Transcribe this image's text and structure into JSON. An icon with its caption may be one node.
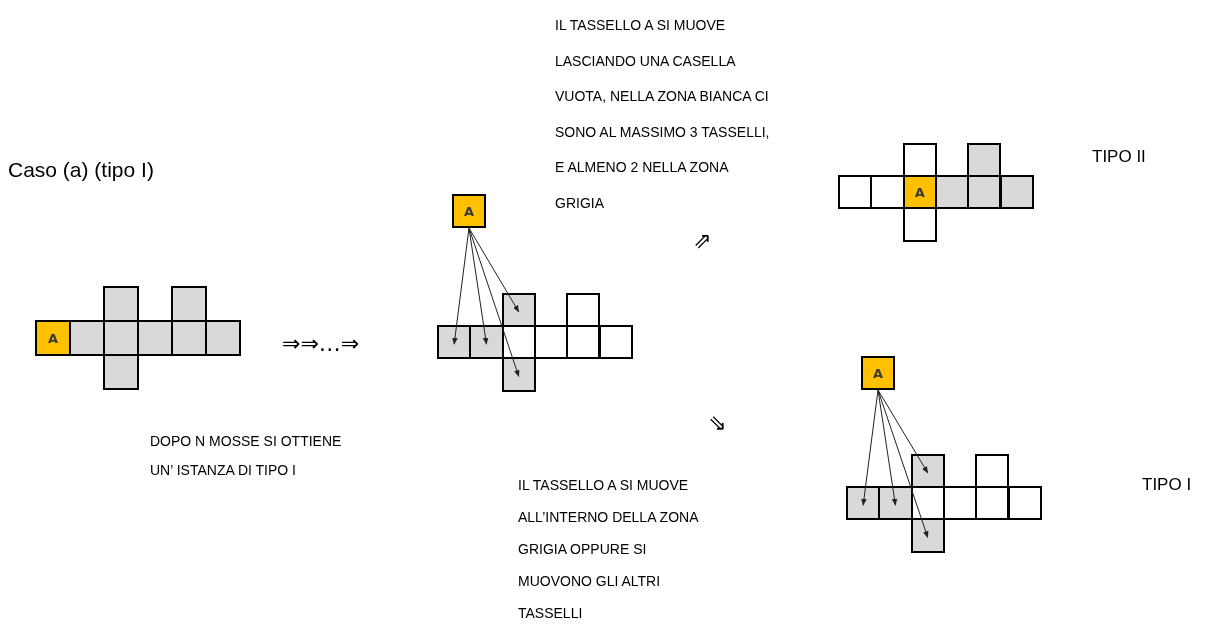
{
  "diagram": {
    "nodes": [
      {
        "text": [
          "A"
        ]
      },
      {
        "text": [
          "A"
        ]
      },
      {
        "text": [],
        "shape": "box"
      },
      {
        "text": [],
        "shape": "box"
      },
      {
        "text": [],
        "shape": "box"
      },
      {
        "text": [],
        "shape": "box"
      },
      {
        "text": [
          "A"
        ]
      },
      {
        "text": [
          "A"
        ]
      },
      {
        "text": [],
        "shape": "box"
      },
      {
        "text": [],
        "shape": "box"
      },
      {
        "text": [],
        "shape": "box"
      },
      {
        "text": [],
        "shape": "box"
      }
    ],
    "edges": [
      {
        "from": 1,
        "to": 2,
        "arrow": "to"
      },
      {
        "from": 1,
        "to": 3,
        "arrow": "to"
      },
      {
        "from": 1,
        "to": 4,
        "arrow": "to"
      },
      {
        "from": 1,
        "to": 5,
        "arrow": "to"
      },
      {
        "from": 7,
        "to": 8,
        "arrow": "to"
      },
      {
        "from": 7,
        "to": 9,
        "arrow": "to"
      },
      {
        "from": 7,
        "to": 10,
        "arrow": "to"
      },
      {
        "from": 7,
        "to": 11,
        "arrow": "to"
      }
    ],
    "labels": [
      "IL TASSELLO A SI MUOVE LASCIANDO UNA CASELLA VUOTA, NELLA ZONA BIANCA CI SONO AL MASSIMO 3 TASSELLI, E ALMENO 2 NELLA ZONA GRIGIA",
      "Caso (a) (tipo I)",
      "TIPO II",
      "⇗",
      "⇒⇒…⇒",
      "⇘",
      "DOPO N MOSSE SI OTTIENE UN’ ISTANZA DI TIPO I",
      "TIPO I",
      "IL TASSELLO A SI MUOVE ALL’INTERNO DELLA ZONA GRIGIA OPPURE  SI MUOVONO GLI ALTRI TASSELLI"
    ]
  }
}
